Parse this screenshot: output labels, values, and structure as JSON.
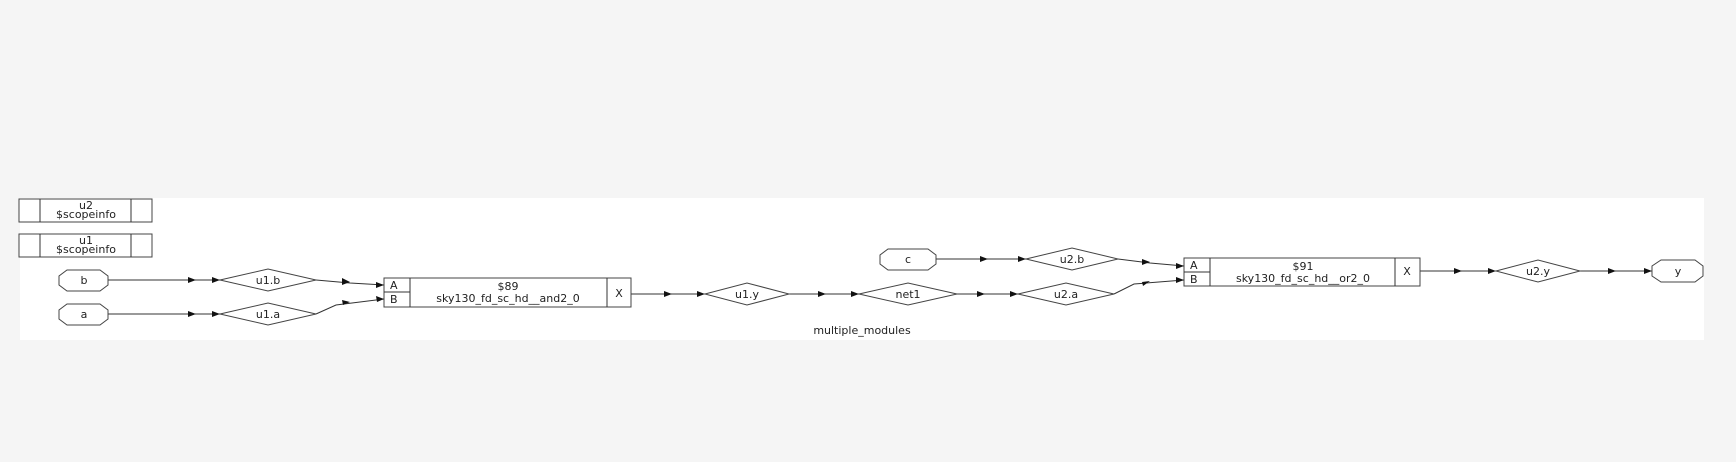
{
  "diagram": {
    "caption": "multiple_modules",
    "scopeinfo_cells": [
      {
        "name": "u2",
        "type": "$scopeinfo"
      },
      {
        "name": "u1",
        "type": "$scopeinfo"
      }
    ],
    "ports": {
      "b": "b",
      "a": "a",
      "c": "c",
      "y": "y"
    },
    "nets": {
      "u1_b": "u1.b",
      "u1_a": "u1.a",
      "u1_y": "u1.y",
      "net1": "net1",
      "u2_b": "u2.b",
      "u2_a": "u2.a",
      "u2_y": "u2.y"
    },
    "cells": {
      "and": {
        "id": "$89",
        "type": "sky130_fd_sc_hd__and2_0",
        "pin_a": "A",
        "pin_b": "B",
        "pin_out": "X"
      },
      "or": {
        "id": "$91",
        "type": "sky130_fd_sc_hd__or2_0",
        "pin_a": "A",
        "pin_b": "B",
        "pin_out": "X"
      }
    }
  }
}
